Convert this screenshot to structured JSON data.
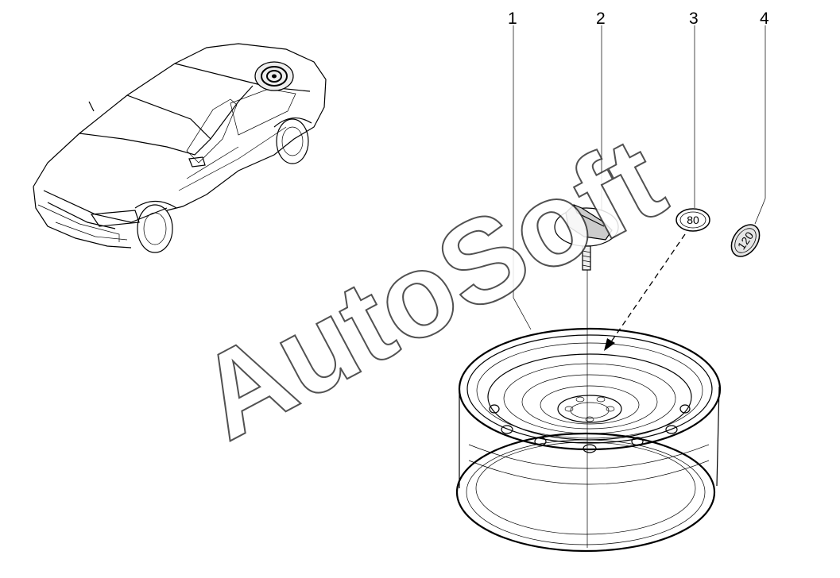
{
  "callouts": [
    {
      "id": "1",
      "label": "1"
    },
    {
      "id": "2",
      "label": "2"
    },
    {
      "id": "3",
      "label": "3"
    },
    {
      "id": "4",
      "label": "4"
    }
  ],
  "tags": {
    "tag_80": "80",
    "tag_120": "120"
  },
  "watermark": "AutoSoft",
  "icons": [
    "car-outline",
    "spare-wheel",
    "wheel-bolt",
    "tag-80",
    "tag-120"
  ]
}
